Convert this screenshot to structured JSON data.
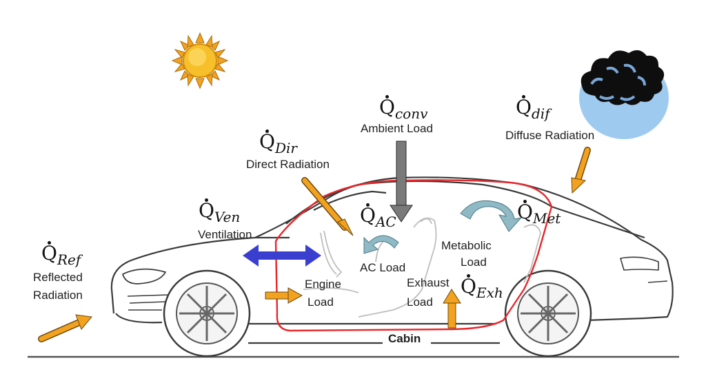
{
  "labels": {
    "conv": {
      "q": "Q",
      "sub": "conv",
      "text": "Ambient Load"
    },
    "dif": {
      "q": "Q",
      "sub": "dif",
      "text": "Diffuse Radiation"
    },
    "dir": {
      "q": "Q",
      "sub": "Dir",
      "text": "Direct Radiation"
    },
    "ven": {
      "q": "Q",
      "sub": "Ven",
      "text": "Ventilation"
    },
    "ref": {
      "q": "Q",
      "sub": "Ref",
      "text1": "Reflected",
      "text2": "Radiation"
    },
    "ac": {
      "q": "Q",
      "sub": "AC",
      "text": "AC Load"
    },
    "met": {
      "q": "Q",
      "sub": "Met",
      "text1": "Metabolic",
      "text2": "Load"
    },
    "exh": {
      "q": "Q",
      "sub": "Exh",
      "text1": "Exhaust",
      "text2": "Load"
    },
    "engine": {
      "text1": "Engine",
      "text2": "Load"
    },
    "cabin": {
      "text": "Cabin"
    }
  },
  "colors": {
    "arrow_orange": "#f3a21f",
    "arrow_outline": "#6b4a10",
    "ventilation_blue": "#3a3fd0",
    "cabin_outline": "#e8262a",
    "circulation_teal": "#8fb9c4",
    "cloud_blue": "#9fcaf0",
    "sun_yellow": "#f7b81c"
  }
}
